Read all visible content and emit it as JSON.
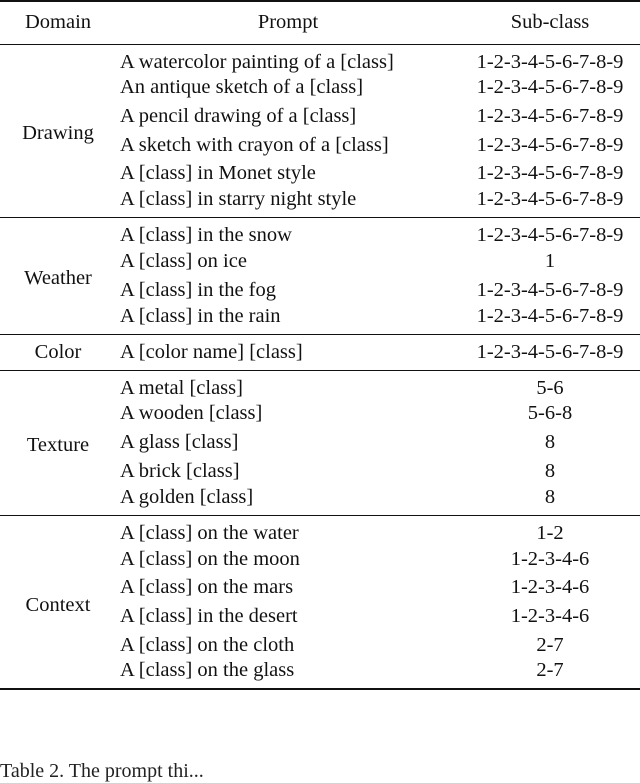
{
  "table": {
    "headers": {
      "domain": "Domain",
      "prompt": "Prompt",
      "subclass": "Sub-class"
    },
    "groups": [
      {
        "domain": "Drawing",
        "rows": [
          {
            "prompt": "A watercolor painting of a [class]",
            "subclass": "1-2-3-4-5-6-7-8-9"
          },
          {
            "prompt": "An antique sketch of a [class]",
            "subclass": "1-2-3-4-5-6-7-8-9"
          },
          {
            "prompt": "A pencil drawing of a [class]",
            "subclass": "1-2-3-4-5-6-7-8-9"
          },
          {
            "prompt": "A sketch with crayon of a [class]",
            "subclass": "1-2-3-4-5-6-7-8-9"
          },
          {
            "prompt": "A [class] in Monet style",
            "subclass": "1-2-3-4-5-6-7-8-9"
          },
          {
            "prompt": "A [class] in starry night style",
            "subclass": "1-2-3-4-5-6-7-8-9"
          }
        ]
      },
      {
        "domain": "Weather",
        "rows": [
          {
            "prompt": "A [class] in the snow",
            "subclass": "1-2-3-4-5-6-7-8-9"
          },
          {
            "prompt": "A [class] on ice",
            "subclass": "1"
          },
          {
            "prompt": "A [class] in the fog",
            "subclass": "1-2-3-4-5-6-7-8-9"
          },
          {
            "prompt": "A [class] in the rain",
            "subclass": "1-2-3-4-5-6-7-8-9"
          }
        ]
      },
      {
        "domain": "Color",
        "rows": [
          {
            "prompt": "A [color name] [class]",
            "subclass": "1-2-3-4-5-6-7-8-9"
          }
        ]
      },
      {
        "domain": "Texture",
        "rows": [
          {
            "prompt": "A metal [class]",
            "subclass": "5-6"
          },
          {
            "prompt": "A wooden [class]",
            "subclass": "5-6-8"
          },
          {
            "prompt": "A glass [class]",
            "subclass": "8"
          },
          {
            "prompt": "A brick [class]",
            "subclass": "8"
          },
          {
            "prompt": "A golden [class]",
            "subclass": "8"
          }
        ]
      },
      {
        "domain": "Context",
        "rows": [
          {
            "prompt": "A [class] on the water",
            "subclass": "1-2"
          },
          {
            "prompt": "A [class] on the moon",
            "subclass": "1-2-3-4-6"
          },
          {
            "prompt": "A [class] on the mars",
            "subclass": "1-2-3-4-6"
          },
          {
            "prompt": "A [class] in the desert",
            "subclass": "1-2-3-4-6"
          },
          {
            "prompt": "A [class] on the cloth",
            "subclass": "2-7"
          },
          {
            "prompt": "A [class] on the glass",
            "subclass": "2-7"
          }
        ]
      }
    ]
  },
  "caption": "Table 2. The prompt thi..."
}
